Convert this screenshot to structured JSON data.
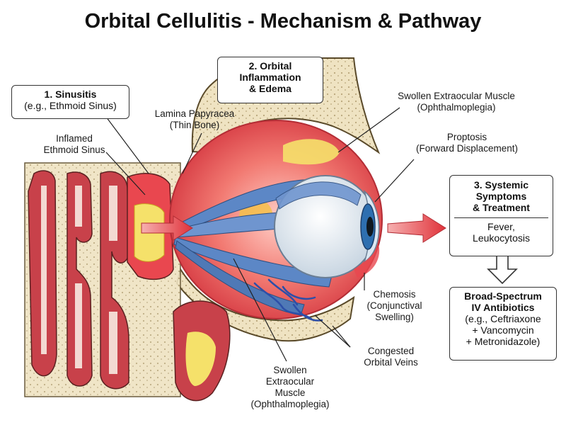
{
  "title": "Orbital Cellulitis - Mechanism & Pathway",
  "box1": {
    "heading": "1. Sinusitis",
    "sub": "(e.g., Ethmoid Sinus)"
  },
  "box2": {
    "line1": "2. Orbital",
    "line2": "Inflammation",
    "line3": "& Edema"
  },
  "box3": {
    "line1": "3. Systemic",
    "line2": "Symptoms",
    "line3": "& Treatment",
    "body1": "Fever,",
    "body2": "Leukocytosis"
  },
  "box4": {
    "line1": "Broad-Spectrum",
    "line2": "IV Antibiotics",
    "body1": "(e.g., Ceftriaxone",
    "body2": "+ Vancomycin",
    "body3": "+ Metronidazole)"
  },
  "labels": {
    "inflamed_line1": "Inflamed",
    "inflamed_line2": "Ethmoid Sinus",
    "lamina_line1": "Lamina Papyracea",
    "lamina_line2": "(Thin Bone)",
    "swollen_top_line1": "Swollen Extraocular Muscle",
    "swollen_top_line2": "(Ophthalmoplegia)",
    "proptosis_line1": "Proptosis",
    "proptosis_line2": "(Forward Displacement)",
    "chemosis_line1": "Chemosis",
    "chemosis_line2": "(Conjunctival",
    "chemosis_line3": "Swelling)",
    "veins_line1": "Congested",
    "veins_line2": "Orbital Veins",
    "swollen_bottom_line1": "Swollen",
    "swollen_bottom_line2": "Extraocular",
    "swollen_bottom_line3": "Muscle",
    "swollen_bottom_line4": "(Ophthalmoplegia)"
  },
  "colors": {
    "bone": "#f1e6c8",
    "sinus_red": "#c8414a",
    "inflammation": "#e9474f",
    "muscle_blue": "#5c87c6",
    "pus_yellow": "#f5e16a",
    "arrow_red": "#e0323a"
  }
}
